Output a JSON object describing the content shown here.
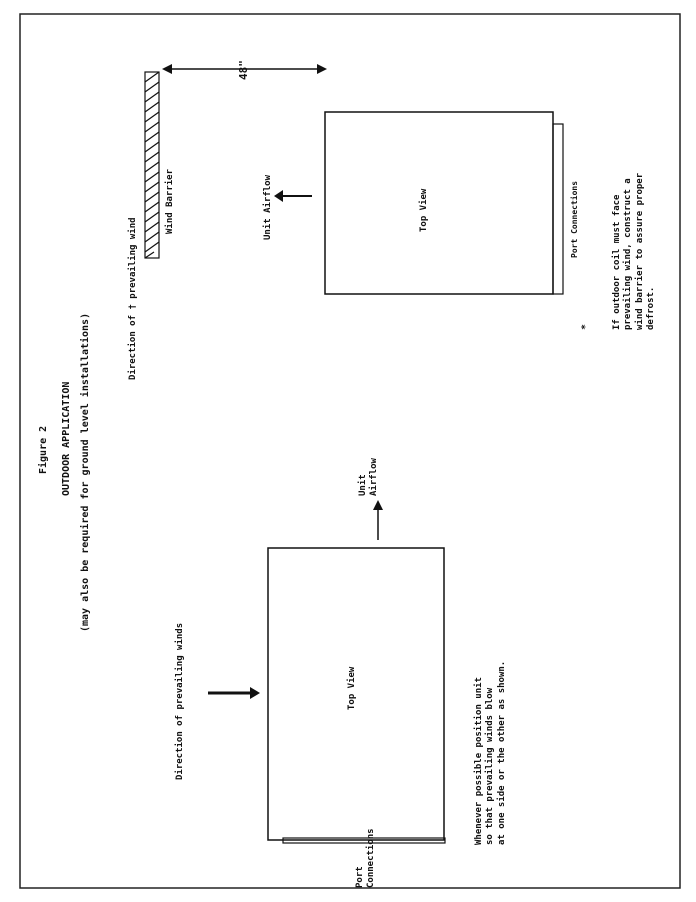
{
  "figure": {
    "title": "Figure 2",
    "subtitle": "OUTDOOR APPLICATION",
    "note_top": "(may also be required for ground level installations)"
  },
  "left_diagram": {
    "wind_label": "Direction of prevailing winds",
    "unit_label": "Top View",
    "airflow_label": "Unit\nAirflow",
    "port_label": "Port\nConnections",
    "note": "Whenever possible position unit\nso that prevailing winds blow\nat one side or the other as shown."
  },
  "right_diagram": {
    "wind_label": "Direction of † prevailing wind",
    "barrier_label": "Wind Barrier",
    "distance_label": "48\"",
    "airflow_label": "Unit Airflow",
    "unit_label": "Top View",
    "port_label": "Port Connections",
    "asterisk": "*",
    "note": "If outdoor coil must face\nprevailing wind, construct a\nwind barrier to assure proper\ndefrost."
  }
}
